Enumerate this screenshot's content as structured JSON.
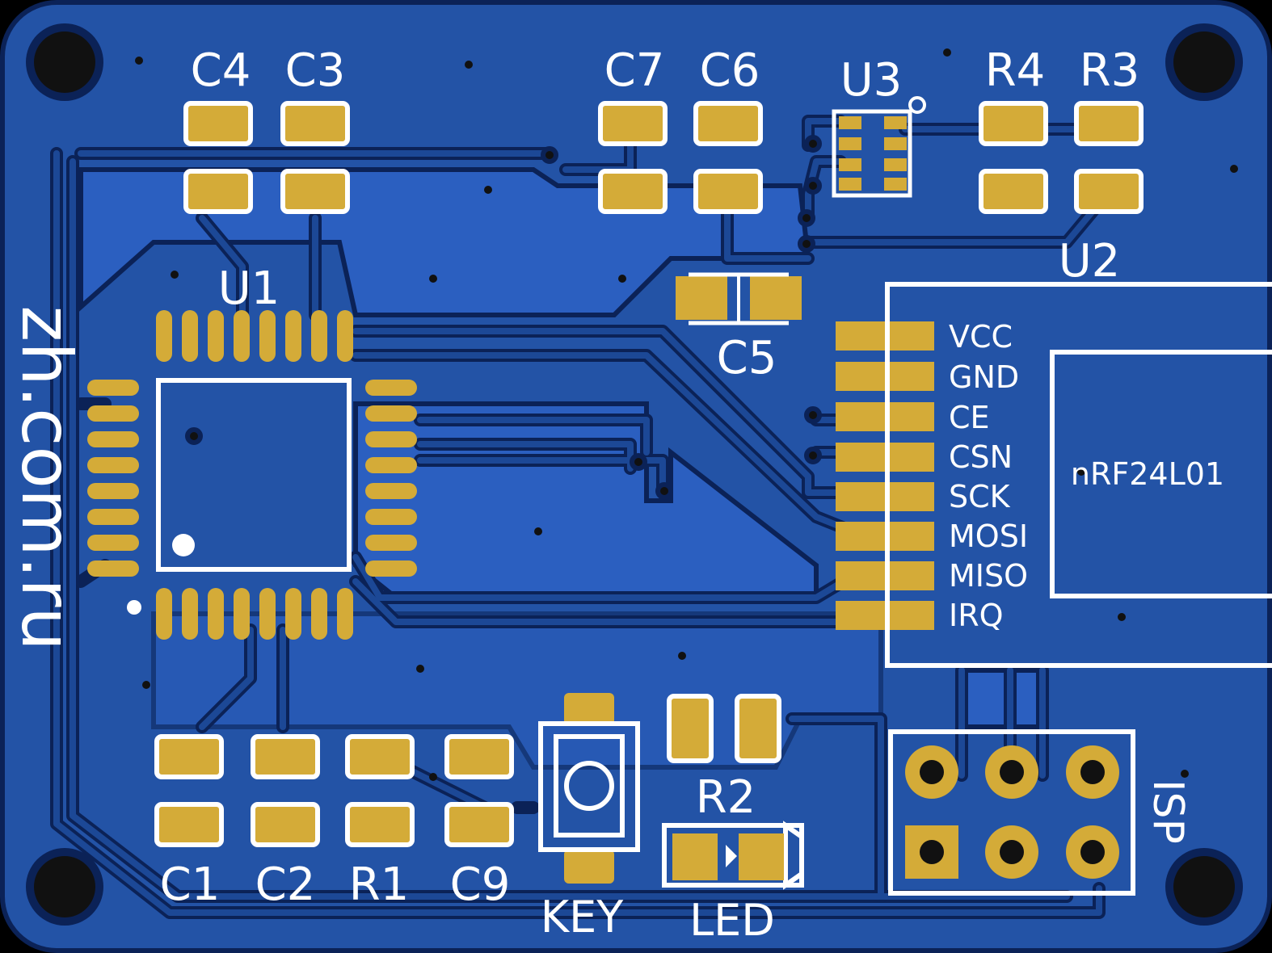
{
  "board": {
    "brand_text": "zh.com.ru",
    "colors": {
      "board": "#2353a6",
      "copper_pour": "#2b5fc0",
      "trace": "#1c4896",
      "gap": "#0b2257",
      "pad": "#d4ab38",
      "silk": "#ffffff",
      "hole": "#111111"
    }
  },
  "components": {
    "c1": "C1",
    "c2": "C2",
    "c3": "C3",
    "c4": "C4",
    "c5": "C5",
    "c6": "C6",
    "c7": "C7",
    "c9": "C9",
    "r1": "R1",
    "r2": "R2",
    "r3": "R3",
    "r4": "R4",
    "u1": "U1",
    "u2": "U2",
    "u3": "U3",
    "key": "KEY",
    "led": "LED",
    "isp": "ISP"
  },
  "module": {
    "name": "nRF24L01",
    "pins": [
      "VCC",
      "GND",
      "CE",
      "CSN",
      "SCK",
      "MOSI",
      "MISO",
      "IRQ"
    ]
  }
}
